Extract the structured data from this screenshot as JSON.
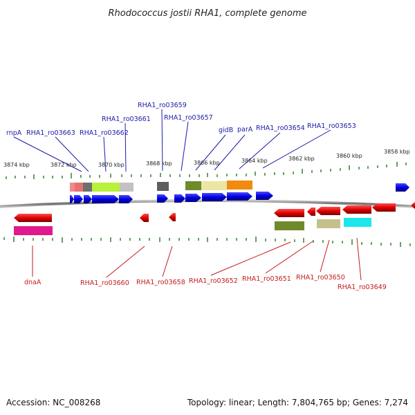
{
  "title": "Rhodococcus jostii RHA1, complete genome",
  "footer": {
    "accession": "Accession: NC_008268",
    "summary": "Topology: linear; Length: 7,804,765 bp; Genes: 7,274"
  },
  "kbp_labels": [
    "3874 kbp",
    "3872 kbp",
    "3870 kbp",
    "3868 kbp",
    "3866 kbp",
    "3864 kbp",
    "3862 kbp",
    "3860 kbp",
    "3858 kbp"
  ],
  "top_labels": [
    "rnpA",
    "RHA1_ro03663",
    "RHA1_ro03662",
    "RHA1_ro03661",
    "RHA1_ro03659",
    "RHA1_ro03657",
    "gidB",
    "parA",
    "RHA1_ro03654",
    "RHA1_ro03653"
  ],
  "bottom_labels": [
    "dnaA",
    "RHA1_ro03660",
    "RHA1_ro03658",
    "RHA1_ro03652",
    "RHA1_ro03651",
    "RHA1_ro03650",
    "RHA1_ro03649"
  ],
  "colors": {
    "forward_gene": "#0000e0",
    "reverse_gene": "#e00000",
    "top_label": "#1a1aa8",
    "bottom_label": "#c41a1a",
    "tick": "#1f7a1f",
    "backbone": "#8a8a8a"
  }
}
